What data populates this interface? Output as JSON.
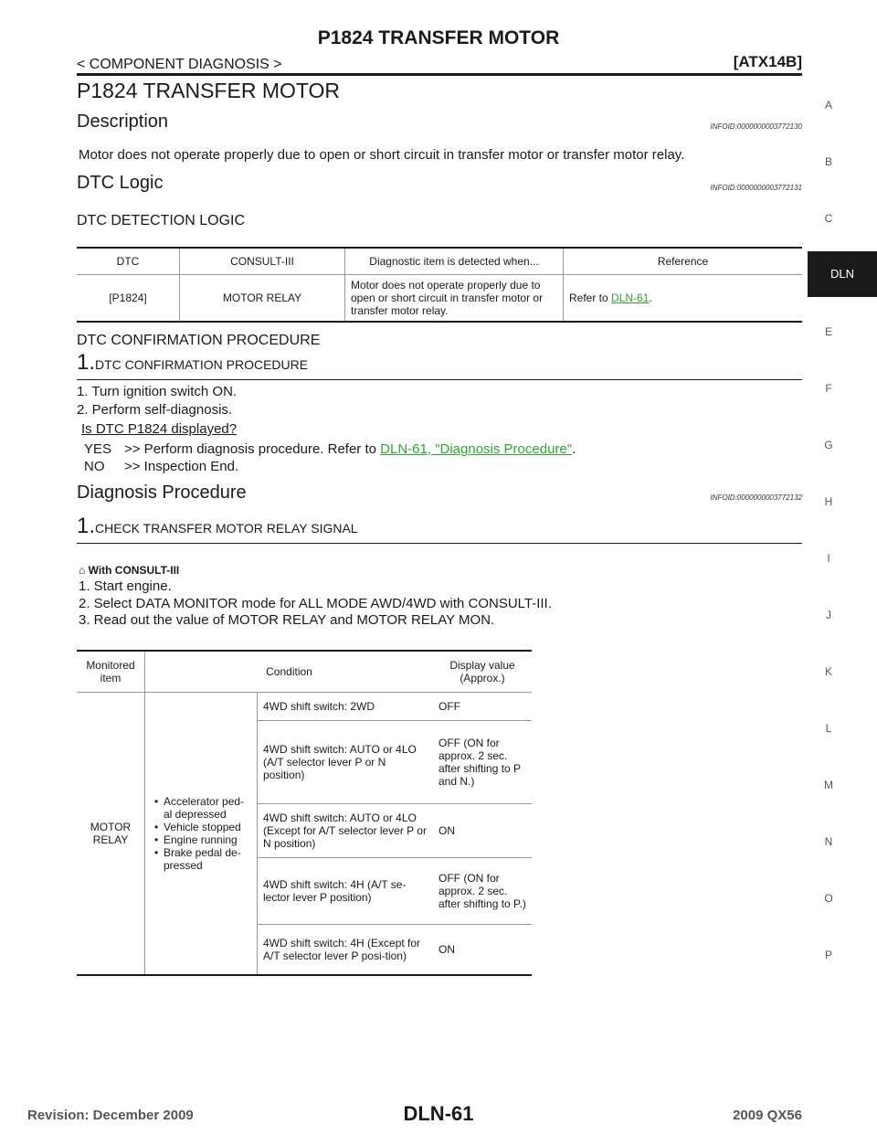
{
  "header": {
    "title": "P1824 TRANSFER MOTOR",
    "breadcrumb": "< COMPONENT DIAGNOSIS >",
    "model": "[ATX14B]"
  },
  "main_title": "P1824 TRANSFER MOTOR",
  "description": {
    "heading": "Description",
    "infoid": "INFOID:0000000003772130",
    "text": "Motor does not operate properly due to open or short circuit in transfer motor or transfer motor relay."
  },
  "dtc_logic": {
    "heading": "DTC Logic",
    "infoid": "INFOID:0000000003772131",
    "detection_heading": "DTC DETECTION LOGIC",
    "columns": [
      "DTC",
      "CONSULT-III",
      "Diagnostic item is detected when...",
      "Reference"
    ],
    "row": {
      "dtc": "[P1824]",
      "consult": "MOTOR RELAY",
      "detected": "Motor does not operate properly due to open or short circuit in transfer motor or transfer motor relay.",
      "ref_prefix": "Refer to ",
      "ref_link": "DLN-61",
      "ref_suffix": "."
    },
    "confirmation_heading": "DTC CONFIRMATION PROCEDURE",
    "step_num": "1.",
    "step_title": "DTC CONFIRMATION PROCEDURE",
    "steps": [
      "1. Turn ignition switch ON.",
      "2. Perform self-diagnosis."
    ],
    "question": "Is DTC P1824 displayed?",
    "yes_label": "YES",
    "yes_text": ">> Perform diagnosis procedure. Refer to ",
    "yes_link": "DLN-61, \"Diagnosis Procedure\"",
    "yes_suffix": ".",
    "no_label": "NO",
    "no_text": ">> Inspection End."
  },
  "diagnosis": {
    "heading": "Diagnosis Procedure",
    "infoid": "INFOID:0000000003772132",
    "step_num": "1.",
    "step_title": "CHECK TRANSFER MOTOR RELAY SIGNAL",
    "with_consult": "With CONSULT-III",
    "steps": [
      "1.   Start engine.",
      "2.   Select DATA MONITOR mode for ALL MODE AWD/4WD with CONSULT-III.",
      "3.   Read out the value of MOTOR RELAY and MOTOR RELAY MON."
    ]
  },
  "monitor_table": {
    "col_item": "Monitored item",
    "col_condition": "Condition",
    "col_value": "Display value (Approx.)",
    "item": "MOTOR RELAY",
    "conditions": [
      "Accelerator ped-al depressed",
      "Vehicle stopped",
      "Engine running",
      "Brake pedal de-pressed"
    ],
    "rows": [
      {
        "switch": "4WD shift switch: 2WD",
        "value": "OFF"
      },
      {
        "switch": "4WD shift switch: AUTO or 4LO (A/T selector lever P or N position)",
        "value": "OFF (ON for approx. 2 sec. after shifting to P and N.)"
      },
      {
        "switch": "4WD shift switch: AUTO or 4LO (Except for A/T selector lever P or N position)",
        "value": "ON"
      },
      {
        "switch": "4WD shift switch: 4H (A/T se-lector lever P position)",
        "value": "OFF (ON for approx. 2 sec. after shifting to P.)"
      },
      {
        "switch": "4WD shift switch: 4H (Except for A/T selector lever P posi-tion)",
        "value": "ON"
      }
    ]
  },
  "side_tabs": [
    "A",
    "B",
    "C",
    "E",
    "F",
    "G",
    "H",
    "I",
    "J",
    "K",
    "L",
    "M",
    "N",
    "O",
    "P"
  ],
  "active_tab": "DLN",
  "footer": {
    "revision": "Revision: December 2009",
    "page": "DLN-61",
    "model": "2009 QX56"
  }
}
